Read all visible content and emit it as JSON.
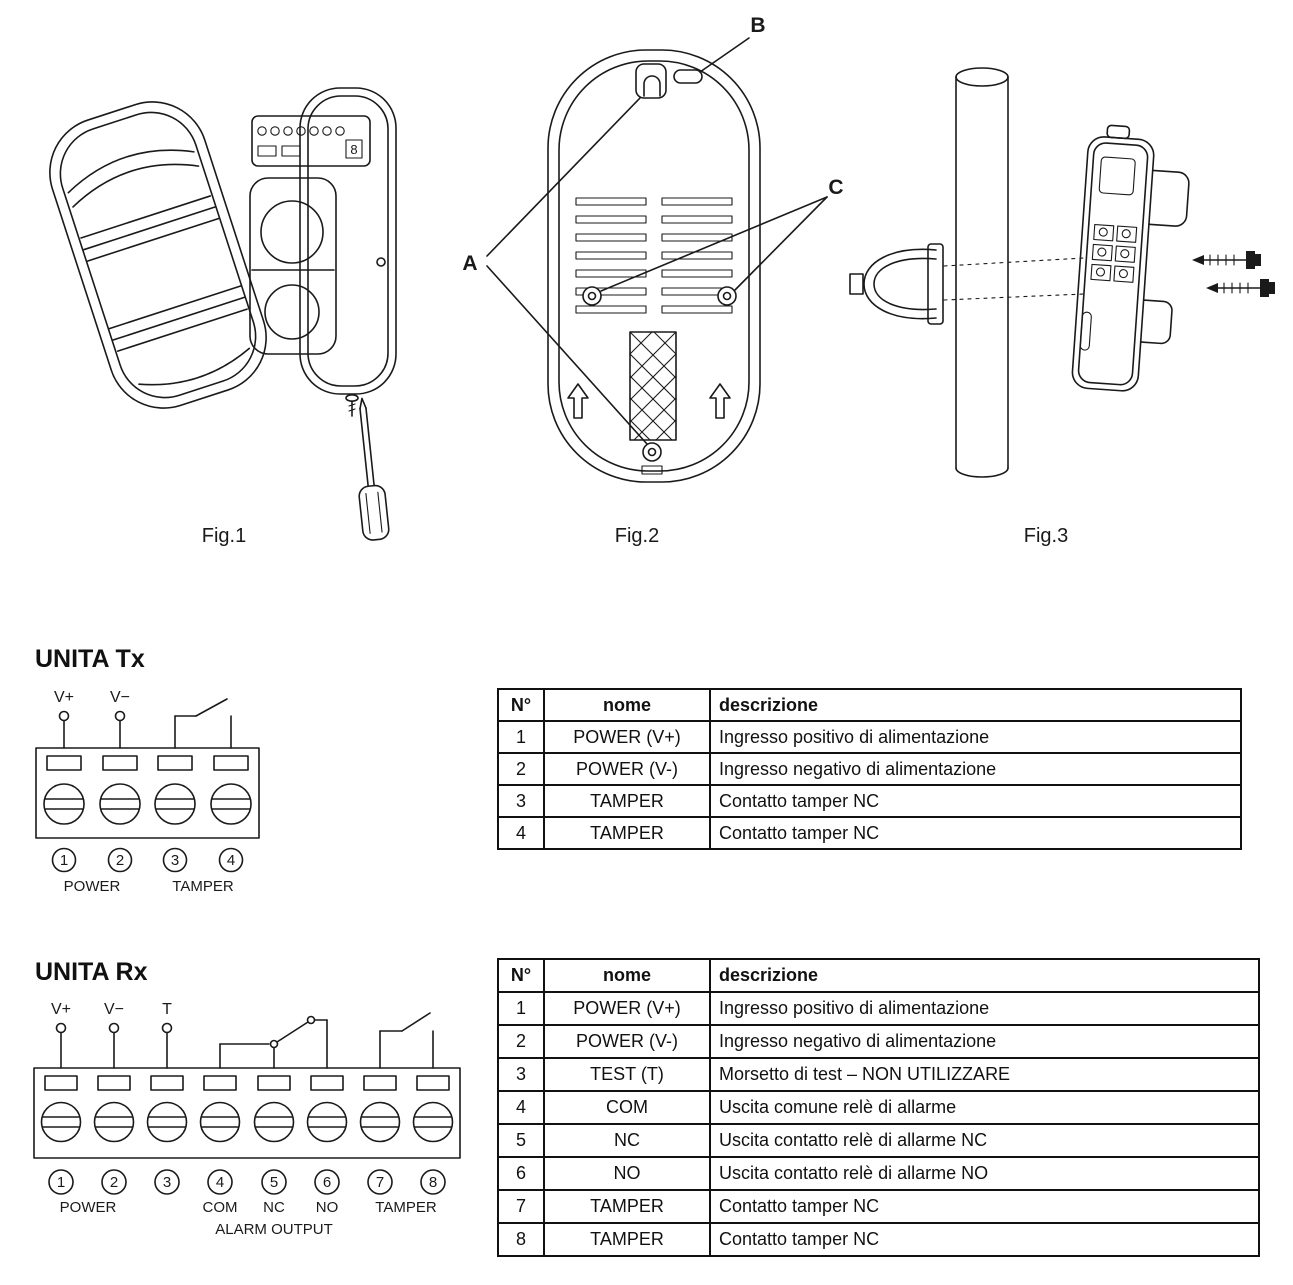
{
  "page": {
    "background": "#ffffff",
    "ink": "#1a1a1a"
  },
  "figures": {
    "fig1": {
      "caption": "Fig.1",
      "display_digit": "8"
    },
    "fig2": {
      "caption": "Fig.2",
      "callout_a": "A",
      "callout_b": "B",
      "callout_c": "C"
    },
    "fig3": {
      "caption": "Fig.3"
    }
  },
  "tx": {
    "title": "UNITA Tx",
    "terminals": {
      "top_labels": [
        "V+",
        "V−"
      ],
      "numbers": [
        "1",
        "2",
        "3",
        "4"
      ],
      "group_labels": [
        "POWER",
        "TAMPER"
      ]
    },
    "table": {
      "headers": [
        "N°",
        "nome",
        "descrizione"
      ],
      "rows": [
        [
          "1",
          "POWER (V+)",
          "Ingresso positivo di alimentazione"
        ],
        [
          "2",
          "POWER (V-)",
          "Ingresso negativo di alimentazione"
        ],
        [
          "3",
          "TAMPER",
          "Contatto tamper NC"
        ],
        [
          "4",
          "TAMPER",
          "Contatto tamper NC"
        ]
      ]
    }
  },
  "rx": {
    "title": "UNITA Rx",
    "terminals": {
      "top_labels": [
        "V+",
        "V−",
        "T"
      ],
      "numbers": [
        "1",
        "2",
        "3",
        "4",
        "5",
        "6",
        "7",
        "8"
      ],
      "group_labels": [
        "POWER",
        "COM",
        "NC",
        "NO",
        "TAMPER"
      ],
      "alarm_output_label": "ALARM OUTPUT"
    },
    "table": {
      "headers": [
        "N°",
        "nome",
        "descrizione"
      ],
      "rows": [
        [
          "1",
          "POWER (V+)",
          "Ingresso positivo di alimentazione"
        ],
        [
          "2",
          "POWER (V-)",
          "Ingresso negativo di alimentazione"
        ],
        [
          "3",
          "TEST (T)",
          "Morsetto di test – NON UTILIZZARE"
        ],
        [
          "4",
          "COM",
          "Uscita comune relè di allarme"
        ],
        [
          "5",
          "NC",
          "Uscita contatto relè di allarme NC"
        ],
        [
          "6",
          "NO",
          "Uscita contatto relè di allarme NO"
        ],
        [
          "7",
          "TAMPER",
          "Contatto tamper NC"
        ],
        [
          "8",
          "TAMPER",
          "Contatto tamper NC"
        ]
      ]
    }
  }
}
